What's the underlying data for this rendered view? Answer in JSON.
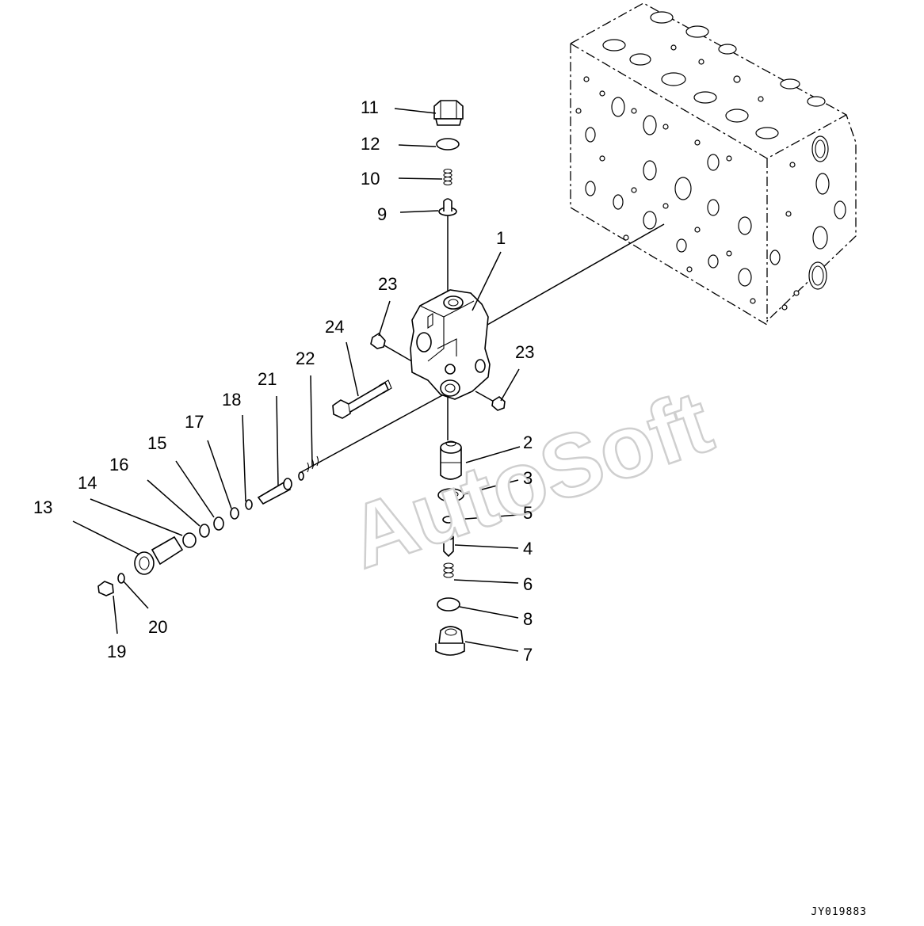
{
  "diagram": {
    "callouts": [
      {
        "id": "1",
        "text": "1"
      },
      {
        "id": "2",
        "text": "2"
      },
      {
        "id": "3",
        "text": "3"
      },
      {
        "id": "4",
        "text": "4"
      },
      {
        "id": "5",
        "text": "5"
      },
      {
        "id": "6",
        "text": "6"
      },
      {
        "id": "7",
        "text": "7"
      },
      {
        "id": "8",
        "text": "8"
      },
      {
        "id": "9",
        "text": "9"
      },
      {
        "id": "10",
        "text": "10"
      },
      {
        "id": "11",
        "text": "11"
      },
      {
        "id": "12",
        "text": "12"
      },
      {
        "id": "13",
        "text": "13"
      },
      {
        "id": "14",
        "text": "14"
      },
      {
        "id": "15",
        "text": "15"
      },
      {
        "id": "16",
        "text": "16"
      },
      {
        "id": "17",
        "text": "17"
      },
      {
        "id": "18",
        "text": "18"
      },
      {
        "id": "19",
        "text": "19"
      },
      {
        "id": "20",
        "text": "20"
      },
      {
        "id": "21",
        "text": "21"
      },
      {
        "id": "22",
        "text": "22"
      },
      {
        "id": "23a",
        "text": "23"
      },
      {
        "id": "23b",
        "text": "23"
      },
      {
        "id": "24",
        "text": "24"
      }
    ],
    "watermark": "AutoSoft",
    "reference_code": "JY019883"
  }
}
